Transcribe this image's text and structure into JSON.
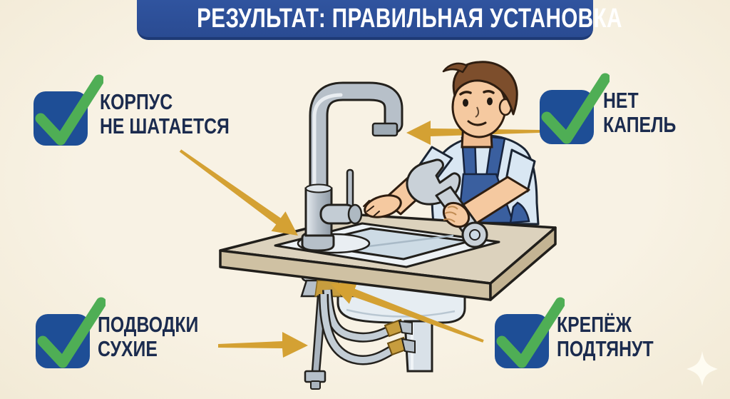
{
  "title": {
    "text": "РЕЗУЛЬТАТ: ПРАВИЛЬНАЯ УСТАНОВКА"
  },
  "checklist": [
    {
      "id": "korpus",
      "position": "top-left",
      "lines": [
        "КОРПУС",
        "НЕ ШАТАЕТСЯ"
      ]
    },
    {
      "id": "kapel",
      "position": "top-right",
      "lines": [
        "НЕТ",
        "КАПЕЛЬ"
      ]
    },
    {
      "id": "podvodki",
      "position": "bottom-left",
      "lines": [
        "ПОДВОДКИ",
        "СУХИЕ"
      ]
    },
    {
      "id": "krepezh",
      "position": "bottom-right",
      "lines": [
        "КРЕПЁЖ",
        "ПОДТЯНУТ"
      ]
    }
  ],
  "icons": {
    "checkmark": "green check in blue rounded square",
    "sparkle": "four-point star, bottom right"
  },
  "colors": {
    "background_cream": "#f6efdf",
    "banner_blue": "#2d4f9d",
    "checkbox_blue": "#1e4e96",
    "check_green": "#4fae55",
    "label_navy": "#1b2b4e",
    "arrow_gold": "#d4a133",
    "counter_tan": "#dcd2bd",
    "overalls_blue": "#3a5f9f"
  },
  "scene": {
    "elements": [
      "plumber with wrench",
      "tall gooseneck kitchen faucet",
      "sink in countertop",
      "mounting nut under counter",
      "flexible supply hoses",
      "drain pipe"
    ],
    "arrows": [
      {
        "from": "КОРПУС НЕ ШАТАЕТСЯ",
        "to": "faucet base"
      },
      {
        "from": "НЕТ КАПЕЛЬ",
        "to": "faucet spout"
      },
      {
        "from": "ПОДВОДКИ СУХИЕ",
        "to": "supply pipe"
      },
      {
        "from": "КРЕПЁЖ ПОДТЯНУТ",
        "to": "mounting nut"
      }
    ]
  }
}
